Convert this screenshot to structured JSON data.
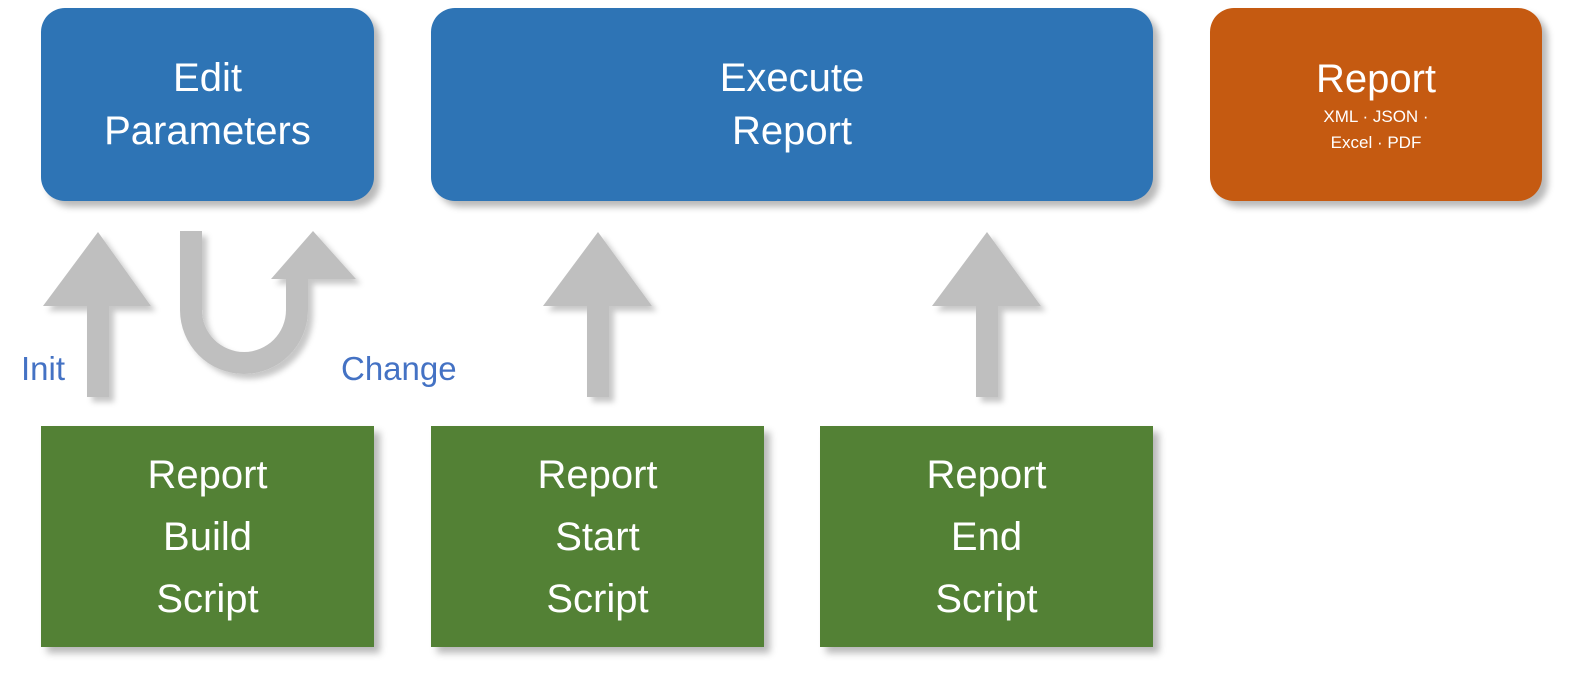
{
  "boxes": {
    "edit_parameters": {
      "lines": [
        "Edit",
        "Parameters"
      ]
    },
    "execute_report": {
      "lines": [
        "Execute",
        "Report"
      ]
    },
    "report_output": {
      "title": "Report",
      "formats_line1": "XML · JSON ·",
      "formats_line2": "Excel · PDF"
    },
    "report_build_script": {
      "lines": [
        "Report",
        "Build",
        "Script"
      ]
    },
    "report_start_script": {
      "lines": [
        "Report",
        "Start",
        "Script"
      ]
    },
    "report_end_script": {
      "lines": [
        "Report",
        "End",
        "Script"
      ]
    }
  },
  "labels": {
    "init": "Init",
    "change": "Change"
  },
  "colors": {
    "parameters_box": "#2e74b5",
    "output_box": "#c55a11",
    "script_box": "#538135",
    "arrow": "#bfbfbf",
    "label_text": "#4472c4"
  }
}
